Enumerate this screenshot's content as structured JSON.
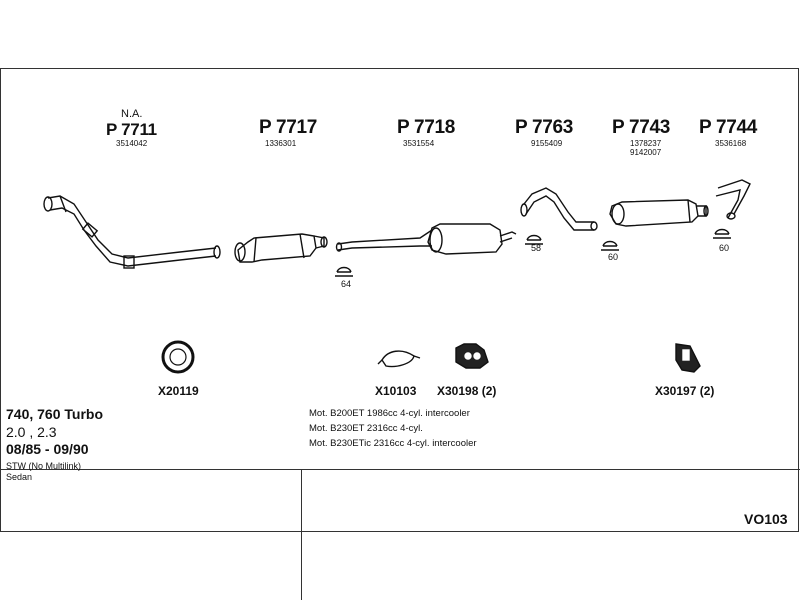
{
  "parts": [
    {
      "pre": "N.A.",
      "number": "P 7711",
      "oe": "3514042"
    },
    {
      "number": "P 7717",
      "oe": "1336301"
    },
    {
      "number": "P 7718",
      "oe": "3531554"
    },
    {
      "number": "P 7763",
      "oe": "9155409"
    },
    {
      "number": "P 7743",
      "oe": "1378237",
      "oe2": "9142007"
    },
    {
      "number": "P 7744",
      "oe": "3536168"
    }
  ],
  "mount_labels": [
    "64",
    "58",
    "60",
    "60"
  ],
  "accessories": [
    "X20119",
    "X10103",
    "X30198 (2)",
    "X30197 (2)"
  ],
  "vehicle": {
    "model": "740, 760 Turbo",
    "engines": "2.0 , 2.3",
    "years": "08/85 - 09/90",
    "body1": "STW (No Multilink)",
    "body2": "Sedan"
  },
  "motors": [
    "Mot. B200ET 1986cc 4-cyl. intercooler",
    "Mot. B230ET 2316cc 4-cyl.",
    "Mot. B230ETic 2316cc 4-cyl. intercooler"
  ],
  "code": "VO103"
}
